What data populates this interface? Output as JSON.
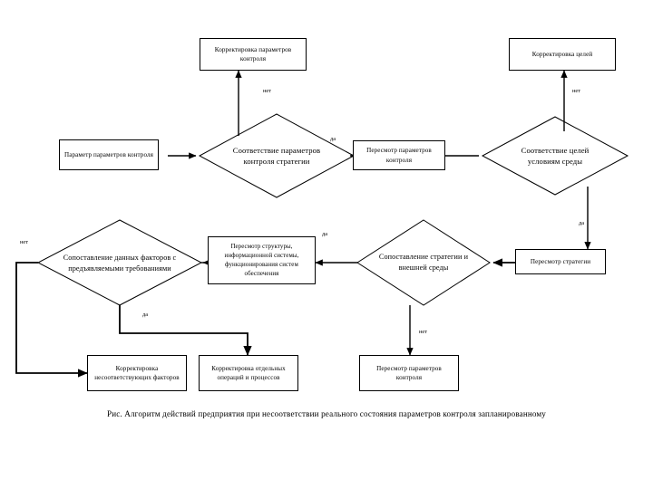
{
  "figure": {
    "caption": "Рис. Алгоритм действий предприятия при несоответствии реального состояния параметров контроля запланированному",
    "language": "ru",
    "line_color": "#000000",
    "fill_color": "#ffffff",
    "text_color": "#000000"
  },
  "nodes": {
    "correct_control_params": {
      "label": "Корректировка параметров контроля",
      "shape": "rect"
    },
    "correct_goals": {
      "label": "Корректировка целей",
      "shape": "rect"
    },
    "param_of_control_params": {
      "label": "Параметр параметров контроля",
      "shape": "rect"
    },
    "match_control_params_strategy": {
      "label": "Соответствие параметров контроля стратегии",
      "shape": "diamond"
    },
    "review_control_params_mid": {
      "label": "Пересмотр параметров контроля",
      "shape": "rect"
    },
    "match_goals_environment": {
      "label": "Соответствие целей условиям среды",
      "shape": "diamond"
    },
    "compare_factors_requirements": {
      "label": "Сопоставление данных факторов с предъявляемыми требованиями",
      "shape": "diamond"
    },
    "review_structure_info_system": {
      "label": "Пересмотр структуры, информационной системы, функционирования систем обеспечения",
      "shape": "rect"
    },
    "compare_strategy_environment": {
      "label": "Сопоставление стратегии и внешней среды",
      "shape": "diamond"
    },
    "review_strategy": {
      "label": "Пересмотр стратегии",
      "shape": "rect"
    },
    "correct_nonconforming_factors": {
      "label": "Корректировка несоответствующих факторов",
      "shape": "rect"
    },
    "correct_operations_processes": {
      "label": "Корректировка отдельных операций и процессов",
      "shape": "rect"
    },
    "review_control_params_bottom": {
      "label": "Пересмотр параметров контроля",
      "shape": "rect"
    }
  },
  "edge_labels": {
    "no_to_correct_control_params": "нет",
    "no_to_correct_goals": "нет",
    "yes_from_match_control_params": "да",
    "yes_from_match_goals_env": "да",
    "no_from_compare_factors": "нет",
    "yes_from_compare_factors": "да",
    "yes_from_compare_strategy": "да",
    "no_from_compare_strategy": "нет"
  }
}
